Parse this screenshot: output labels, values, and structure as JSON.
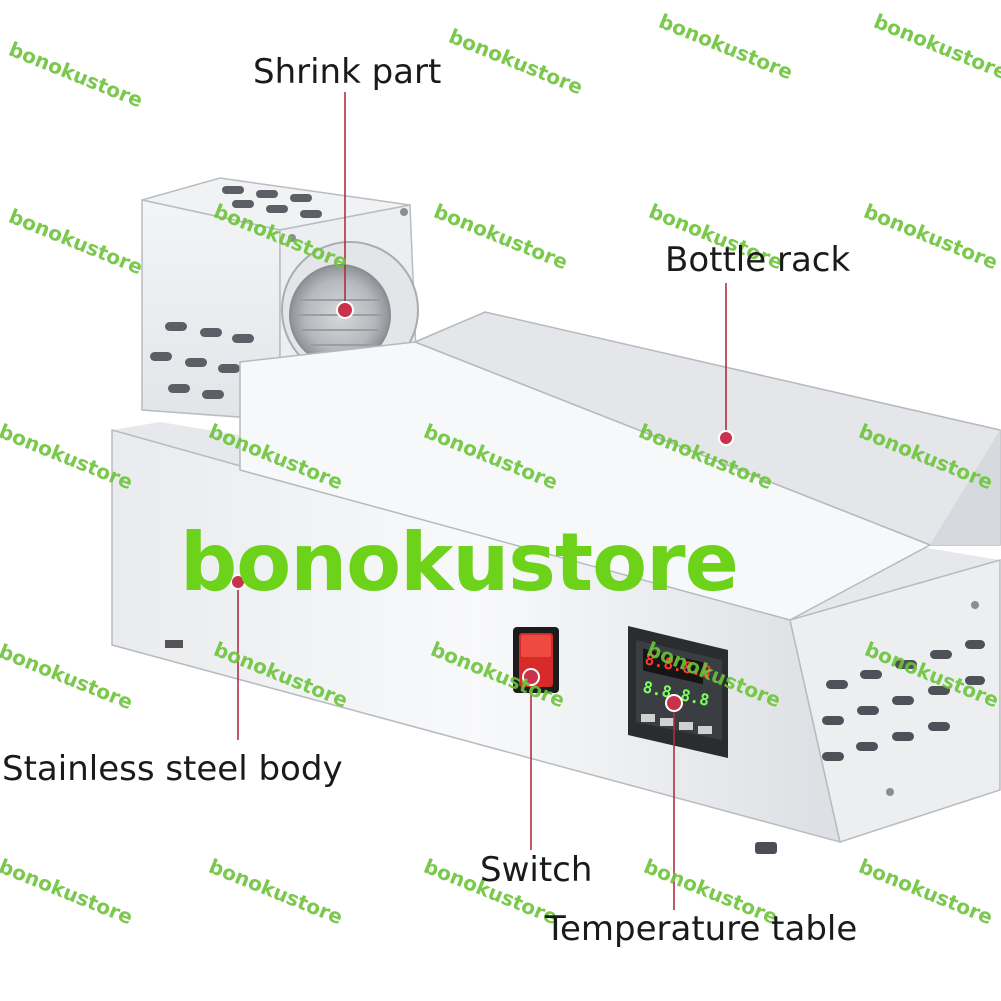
{
  "labels": {
    "shrink_part": "Shrink part",
    "bottle_rack": "Bottle rack",
    "stainless_body": "Stainless steel body",
    "switch": "Switch",
    "temperature_table": "Temperature table"
  },
  "brand": {
    "text": "bonokustore",
    "color": "#6cd21a"
  },
  "watermark": {
    "text": "bonokustore"
  },
  "colors": {
    "leader_line": "#b03040",
    "marker_dot": "#c8324a",
    "switch_red": "#d92a2a"
  }
}
